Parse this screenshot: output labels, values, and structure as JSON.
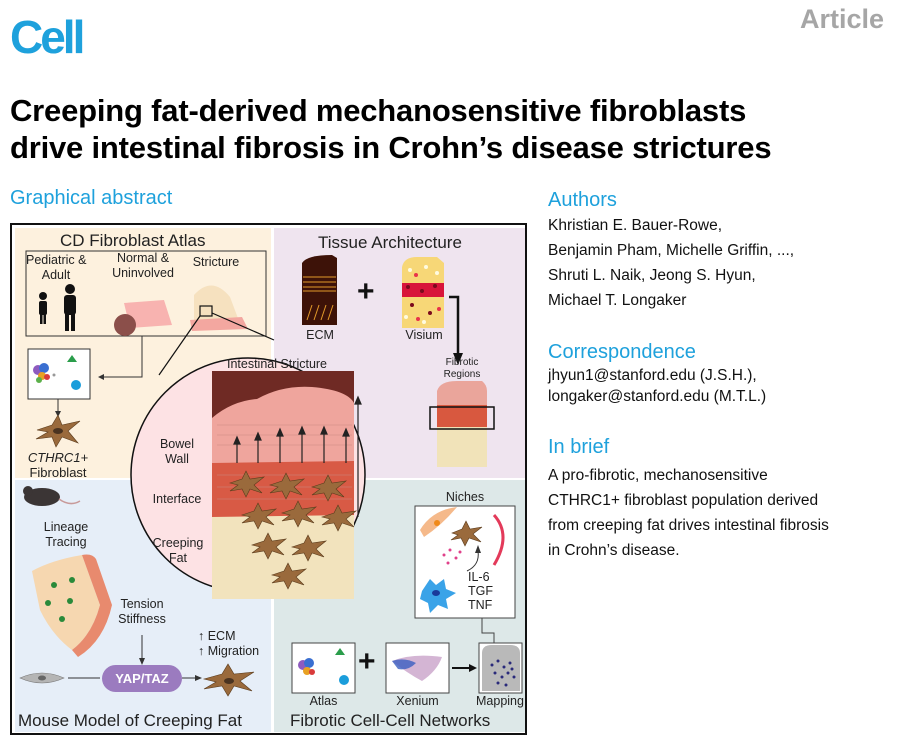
{
  "journal": {
    "logo": "Cell",
    "article_type": "Article"
  },
  "title": {
    "line1": "Creeping fat-derived mechanosensitive fibroblasts",
    "line2": "drive intestinal fibrosis in Crohn’s disease strictures"
  },
  "graphical_abstract": {
    "heading": "Graphical abstract",
    "panels": {
      "atlas": {
        "title": "CD Fibroblast Atlas",
        "groups": [
          "Pediatric &",
          "Adult",
          "Normal &",
          "Uninvolved",
          "Stricture"
        ],
        "result_italic": "CTHRC1+",
        "result": "Fibroblast"
      },
      "tissue": {
        "title": "Tissue Architecture",
        "ecm": "ECM",
        "visium": "Visium",
        "plus": "+",
        "fibrotic_1": "Fibrotic",
        "fibrotic_2": "Regions"
      },
      "stricture": {
        "title": "Intestinal Stricture",
        "layers": [
          "Bowel",
          "Wall",
          "Interface",
          "Creeping",
          "Fat"
        ]
      },
      "mouse": {
        "title": "Mouse Model of Creeping Fat",
        "lineage_1": "Lineage",
        "lineage_2": "Tracing",
        "tension": "Tension",
        "stiffness": "Stiffness",
        "pathway": "YAP/TAZ",
        "ecm": "↑ ECM",
        "migration": "↑ Migration"
      },
      "network": {
        "title": "Fibrotic Cell-Cell Networks",
        "niches": "Niches",
        "cytokines": [
          "IL-6",
          "TGF",
          "TNF"
        ],
        "atlas": "Atlas",
        "xenium": "Xenium",
        "mapping": "Mapping",
        "plus": "+"
      }
    }
  },
  "authors": {
    "heading": "Authors",
    "lines": [
      "Khristian E. Bauer-Rowe,",
      "Benjamin Pham, Michelle Griffin, ...,",
      "Shruti L. Naik, Jeong S. Hyun,",
      "Michael T. Longaker"
    ]
  },
  "correspondence": {
    "heading": "Correspondence",
    "lines": [
      "jhyun1@stanford.edu (J.S.H.),",
      "longaker@stanford.edu (M.T.L.)"
    ]
  },
  "in_brief": {
    "heading": "In brief",
    "lines": [
      "A pro-fibrotic, mechanosensitive",
      "CTHRC1+ fibroblast population derived",
      "from creeping fat drives intestinal fibrosis",
      "in Crohn’s disease."
    ]
  },
  "colors": {
    "accent": "#1ea1dc",
    "article_label": "#a6a6a6",
    "atlas_bg": "#fdf1de",
    "tissue_bg": "#efe4ef",
    "mouse_bg": "#e6eef8",
    "network_bg": "#dde8e8",
    "yap_taz": "#9b7bbf"
  }
}
